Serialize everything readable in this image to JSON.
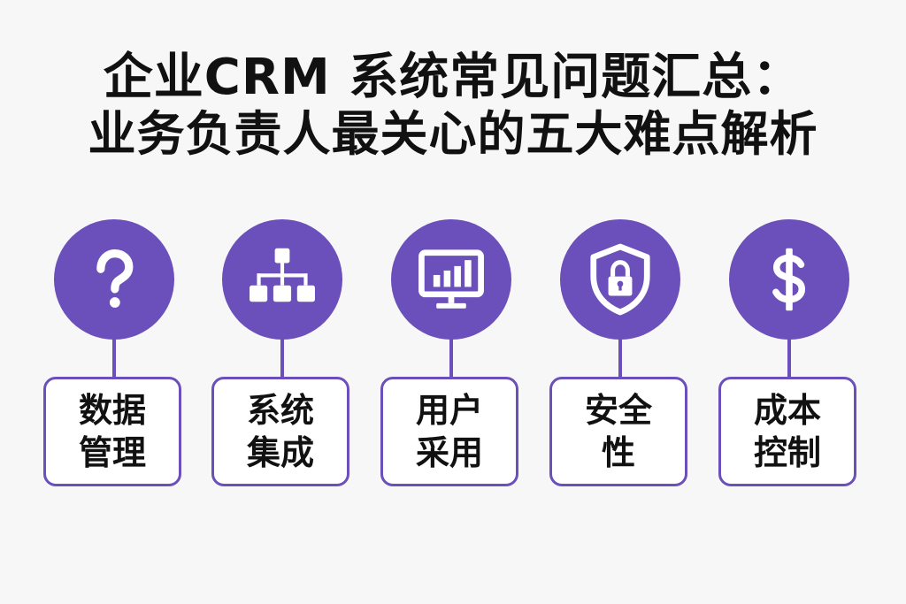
{
  "colors": {
    "accent": "#6b4fbb",
    "background": "#f7f7f7",
    "text": "#111111",
    "box_fill": "#ffffff"
  },
  "title": {
    "line1": "企业CRM 系统常见问题汇总：",
    "line2": "业务负责人最关心的五大难点解析"
  },
  "topics": [
    {
      "icon": "question-mark-icon",
      "label_line1": "数据",
      "label_line2": "管理"
    },
    {
      "icon": "hierarchy-icon",
      "label_line1": "系统",
      "label_line2": "集成"
    },
    {
      "icon": "monitor-chart-icon",
      "label_line1": "用户",
      "label_line2": "采用"
    },
    {
      "icon": "shield-lock-icon",
      "label_line1": "安全",
      "label_line2": "性"
    },
    {
      "icon": "dollar-icon",
      "label_line1": "成本",
      "label_line2": "控制"
    }
  ]
}
